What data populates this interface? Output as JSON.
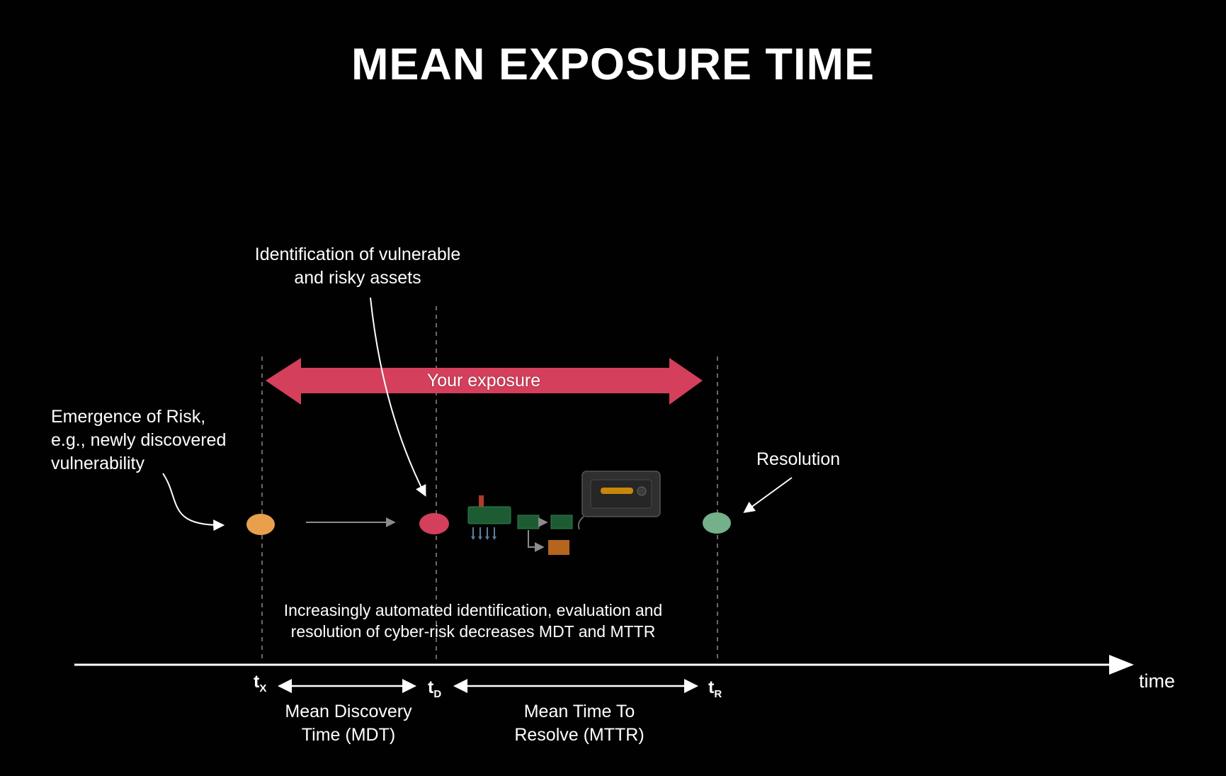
{
  "title": "MEAN EXPOSURE TIME",
  "labels": {
    "identification": "Identification of vulnerable\nand risky assets",
    "emergence": "Emergence of Risk,\ne.g., newly discovered\nvulnerability",
    "resolution": "Resolution",
    "exposure": "Your exposure",
    "automation_note": "Increasingly automated identification, evaluation and\nresolution of cyber-risk decreases MDT and MTTR",
    "time_axis": "time",
    "mdt": "Mean Discovery\nTime (MDT)",
    "mttr": "Mean Time To\nResolve (MTTR)"
  },
  "ticks": [
    {
      "base": "t",
      "sub": "X"
    },
    {
      "base": "t",
      "sub": "D"
    },
    {
      "base": "t",
      "sub": "R"
    }
  ],
  "icons": [
    "exposure-double-arrow",
    "emergence-dot",
    "identification-dot",
    "resolution-dot",
    "scanner-pipeline-icon",
    "appliance-icon",
    "timeline-arrow"
  ],
  "colors": {
    "background": "#010101",
    "exposure_arrow": "#d43f5b",
    "emergence_dot": "#e8a04c",
    "identification_dot": "#d43f5b",
    "resolution_dot": "#74b08a",
    "dashed_line": "#8a8a8a",
    "text": "#ffffff"
  }
}
